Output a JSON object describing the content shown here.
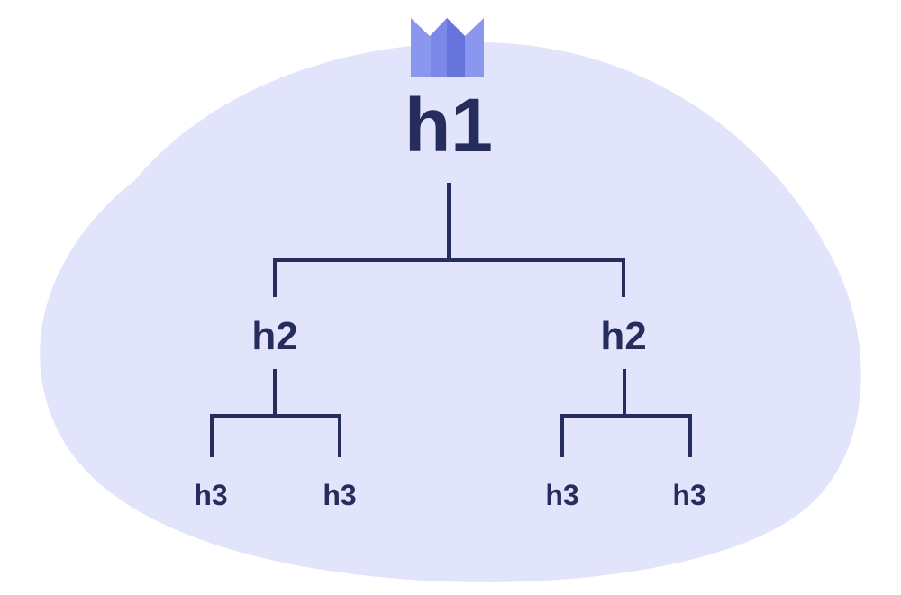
{
  "colors": {
    "background": "#ffffff",
    "blob": "#e1e4fa",
    "ink": "#262d5c",
    "crown_light": "#8b97ee",
    "crown_mid": "#7c88e8",
    "crown_dark": "#6674dc"
  },
  "icons": {
    "crown": "crown-icon"
  },
  "tree": {
    "root": "h1",
    "level2": [
      "h2",
      "h2"
    ],
    "level3": [
      "h3",
      "h3",
      "h3",
      "h3"
    ]
  }
}
